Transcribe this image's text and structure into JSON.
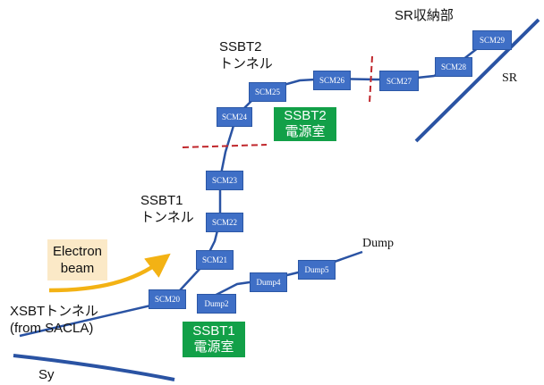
{
  "labels": {
    "sr_storage": "SR収納部",
    "sr": "SR",
    "ssbt2_tunnel_l1": "SSBT2",
    "ssbt2_tunnel_l2": "トンネル",
    "ssbt1_tunnel_l1": "SSBT1",
    "ssbt1_tunnel_l2": "トンネル",
    "dump": "Dump",
    "xsbt_l1": "XSBTトンネル",
    "xsbt_l2": "(from SACLA)",
    "sy": "Sy"
  },
  "rooms": {
    "ssbt2_power_l1": "SSBT2",
    "ssbt2_power_l2": "電源室",
    "ssbt1_power_l1": "SSBT1",
    "ssbt1_power_l2": "電源室"
  },
  "beam": {
    "line1": "Electron",
    "line2": "beam"
  },
  "magnets": {
    "scm20": "SCM20",
    "scm21": "SCM21",
    "scm22": "SCM22",
    "scm23": "SCM23",
    "scm24": "SCM24",
    "scm25": "SCM25",
    "scm26": "SCM26",
    "scm27": "SCM27",
    "scm28": "SCM28",
    "scm29": "SCM29",
    "dump2": "Dump2",
    "dump4": "Dump4",
    "dump5": "Dump5"
  },
  "colors": {
    "beamline": "#2a53a3",
    "magnet": "#3f6fc6",
    "room": "#12a048",
    "boundary": "#c0262b",
    "arrow": "#f3b214",
    "beam_box": "#fbe9c7"
  }
}
